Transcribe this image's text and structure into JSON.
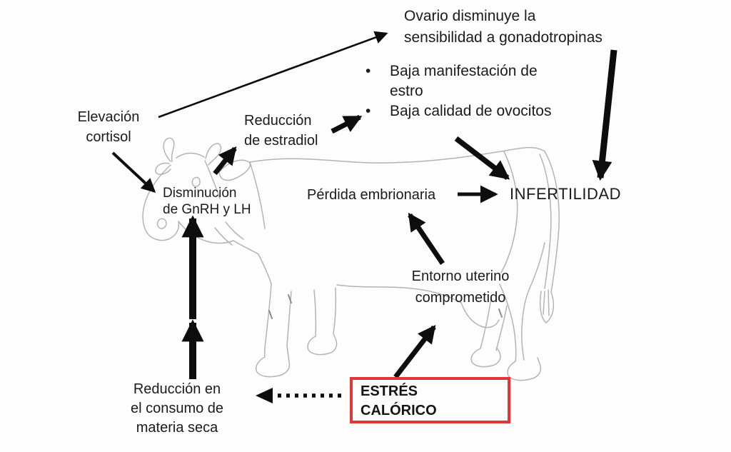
{
  "page": {
    "language": "es",
    "background": "#fdfdfd"
  },
  "colors": {
    "text": "#1b1b1b",
    "arrow": "#0d0d0d",
    "highlight_box_border": "#e03838",
    "cow_outline": "#b4b4b4"
  },
  "diagram": {
    "nodes": {
      "ovario": {
        "text": "Ovario disminuye la\nsensibilidad a gonadotropinas"
      },
      "sintomas": {
        "bullet_char": "•",
        "items": [
          {
            "text": "Baja manifestación de\nestro"
          },
          {
            "text": "Baja calidad de ovocitos"
          }
        ]
      },
      "elevacion_cortisol": {
        "text": "Elevación\ncortisol"
      },
      "reduccion_estradiol": {
        "text": "Reducción\nde estradiol"
      },
      "disminucion_gnrh": {
        "text": "Disminución\nde GnRH y LH"
      },
      "perdida_embrionaria": {
        "text": "Pérdida embrionaria"
      },
      "infertilidad": {
        "text": "INFERTILIDAD"
      },
      "entorno_uterino": {
        "text": "Entorno uterino\ncomprometido"
      },
      "reduccion_consumo": {
        "text": "Reducción en\nel consumo de\nmateria seca"
      },
      "estres_calorico": {
        "text": "ESTRÉS\nCALÓRICO"
      }
    },
    "edges": [
      {
        "from": "Elevación cortisol",
        "to": "Ovario disminuye la sensibilidad a gonadotropinas",
        "style": "thin-solid-arrow"
      },
      {
        "from": "Elevación cortisol",
        "to": "Disminución de GnRH y LH",
        "style": "solid-arrow"
      },
      {
        "from": "Disminución de GnRH y LH",
        "to": "Reducción de estradiol",
        "style": "thick-arrow"
      },
      {
        "from": "Reducción de estradiol",
        "to": "Baja manifestación de estro / Baja calidad de ovocitos",
        "style": "thick-arrow"
      },
      {
        "from": "Ovario disminuye la sensibilidad a gonadotropinas",
        "to": "INFERTILIDAD",
        "style": "thick-arrow"
      },
      {
        "from": "Baja calidad de ovocitos",
        "to": "INFERTILIDAD",
        "style": "thick-arrow"
      },
      {
        "from": "Pérdida embrionaria",
        "to": "INFERTILIDAD",
        "style": "solid-arrow"
      },
      {
        "from": "Entorno uterino comprometido",
        "to": "Pérdida embrionaria",
        "style": "thick-arrow"
      },
      {
        "from": "ESTRÉS CALÓRICO",
        "to": "Entorno uterino comprometido",
        "style": "thick-arrow"
      },
      {
        "from": "ESTRÉS CALÓRICO",
        "to": "Reducción en el consumo de materia seca",
        "style": "dotted-arrow"
      },
      {
        "from": "Reducción en el consumo de materia seca",
        "to": "Disminución de GnRH y LH",
        "style": "thick-vertical-arrow"
      }
    ]
  }
}
